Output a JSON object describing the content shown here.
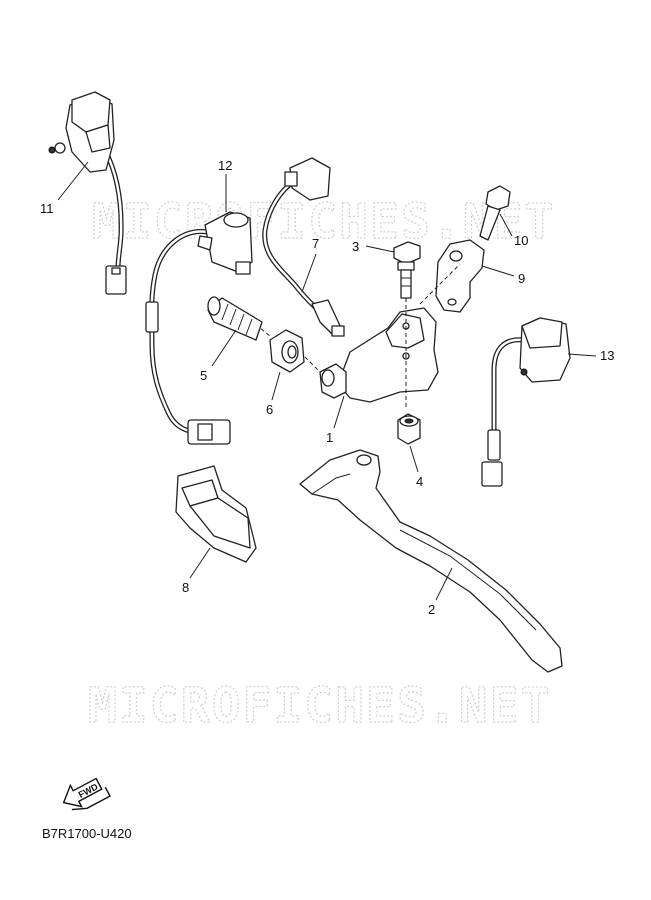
{
  "diagram": {
    "watermark_text": "MICROFICHES.NET",
    "diagram_code": "B7R1700-U420",
    "fwd_label": "FWD",
    "callouts": [
      "1",
      "2",
      "3",
      "4",
      "5",
      "6",
      "7",
      "8",
      "9",
      "10",
      "11",
      "12",
      "13"
    ]
  }
}
